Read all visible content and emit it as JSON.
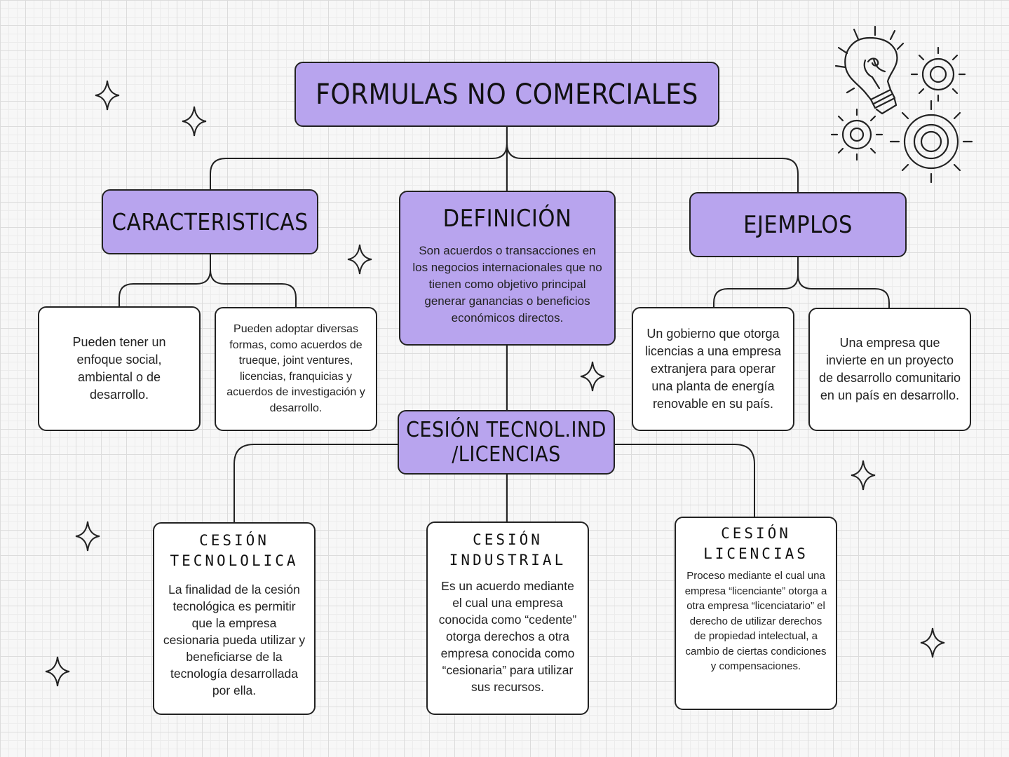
{
  "main": {
    "title": "FORMULAS NO COMERCIALES"
  },
  "caracteristicas": {
    "heading": "CARACTERISTICAS",
    "items": [
      "Pueden tener un enfoque social, ambiental o de desarrollo.",
      "Pueden adoptar diversas formas, como acuerdos de trueque, joint ventures, licencias, franquicias y acuerdos de investigación y desarrollo."
    ]
  },
  "definicion": {
    "heading": "DEFINICIÓN",
    "text": "Son acuerdos o transacciones en los negocios internacionales que no tienen como objetivo principal generar ganancias o beneficios económicos directos."
  },
  "ejemplos": {
    "heading": "EJEMPLOS",
    "items": [
      "Un gobierno que otorga licencias a una empresa extranjera para operar una planta de energía renovable en su país.",
      "Una empresa que invierte en un proyecto de desarrollo comunitario en un país en desarrollo."
    ]
  },
  "cesion": {
    "heading_line1": "CESIÓN TECNOL.IND",
    "heading_line2": "/LICENCIAS",
    "children": [
      {
        "title_line1": "CESIÓN",
        "title_line2": "TECNOLOLICA",
        "text": "La finalidad de la cesión tecnológica es permitir que la empresa cesionaria pueda utilizar y beneficiarse de la tecnología desarrollada por ella."
      },
      {
        "title_line1": "CESIÓN",
        "title_line2": "INDUSTRIAL",
        "text": "Es un acuerdo mediante el cual una empresa conocida como “cedente” otorga derechos a otra empresa conocida como “cesionaria” para utilizar sus recursos."
      },
      {
        "title_line1": "CESIÓN",
        "title_line2": "LICENCIAS",
        "text": "Proceso mediante el cual una empresa “licenciante” otorga a otra empresa “licenciatario” el derecho de utilizar derechos de propiedad intelectual, a cambio de ciertas condiciones y compensaciones."
      }
    ]
  },
  "colors": {
    "accent": "#b8a4ee",
    "border": "#222222",
    "card": "#ffffff"
  },
  "decorations": {
    "icon": "lightbulb-gears-icon",
    "star_icon": "sparkle-star-icon"
  }
}
